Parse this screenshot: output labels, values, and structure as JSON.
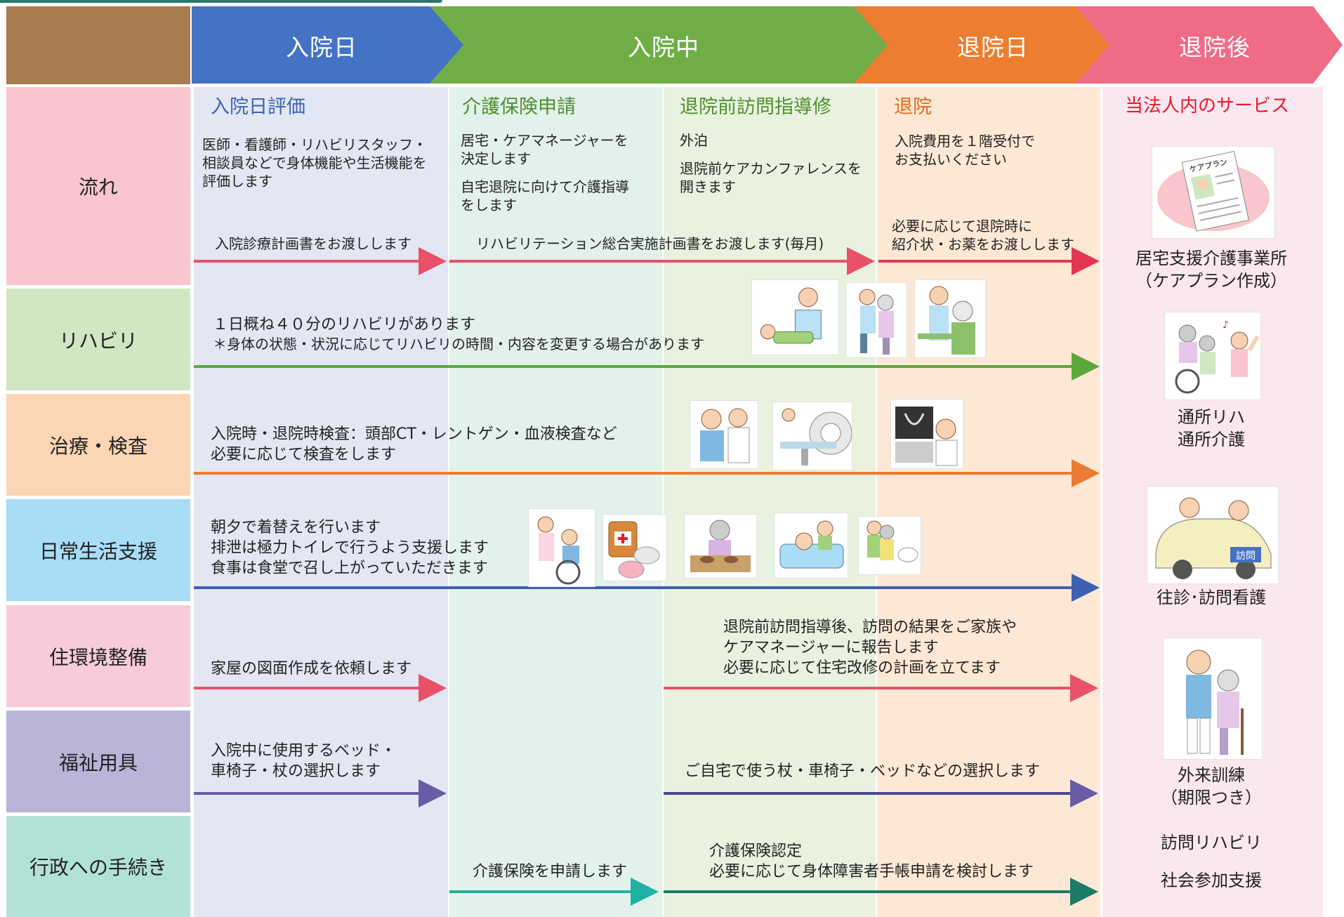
{
  "phases": [
    "入院日",
    "入院中",
    "退院日",
    "退院後"
  ],
  "rows": [
    "流れ",
    "リハビリ",
    "治療・検査",
    "日常生活支援",
    "住環境整備",
    "福祉用具",
    "行政への手続き"
  ],
  "column_headers": {
    "col1": "入院日評価",
    "col2": "介護保険申請",
    "col3": "退院前訪問指導修",
    "col4": "退院",
    "col5": "当法人内のサービス"
  },
  "flow": {
    "col1_text": [
      "医師・看護師・リハビリスタッフ・",
      "相談員などで身体機能や生活機能を",
      "評価します"
    ],
    "col2_text_a": [
      "居宅・ケアマネージャーを",
      "決定します"
    ],
    "col2_text_b": [
      "自宅退院に向けて介護指導",
      "をします"
    ],
    "col3_text_a": "外泊",
    "col3_text_b": [
      "退院前ケアカンファレンスを",
      "開きます"
    ],
    "col4_text": [
      "入院費用を１階受付で",
      "お支払いください"
    ],
    "arrow1": "入院診療計画書をお渡しします",
    "arrow2": "リハビリテーション総合実施計画書をお渡します(毎月)",
    "arrow3": [
      "必要に応じて退院時に",
      "紹介状・お薬をお渡しします"
    ]
  },
  "rehab": {
    "line1": "１日概ね４０分のリハビリがあります",
    "line2": "＊身体の状態・状況に応じてリハビリの時間・内容を変更する場合があります"
  },
  "treatment": {
    "line1": "入院時・退院時検査：頭部CT・レントゲン・血液検査など",
    "line2": "必要に応じて検査をします"
  },
  "daily": {
    "line1": "朝夕で着替えを行います",
    "line2": "排泄は極力トイレで行うよう支援します",
    "line3": "食事は食堂で召し上がっていただきます"
  },
  "housing": {
    "left": "家屋の図面作成を依頼します",
    "right": [
      "退院前訪問指導後、訪問の結果をご家族や",
      "ケアマネージャーに報告します",
      "必要に応じて住宅改修の計画を立てます"
    ]
  },
  "equipment": {
    "left": [
      "入院中に使用するベッド・",
      "車椅子・杖の選択します"
    ],
    "right": "ご自宅で使う杖・車椅子・ベッドなどの選択します"
  },
  "admin": {
    "left": "介護保険を申請します",
    "right": [
      "介護保険認定",
      "必要に応じて身体障害者手帳申請を検討します"
    ]
  },
  "services": {
    "s1": [
      "居宅支援介護事業所",
      "（ケアプラン作成）"
    ],
    "careplan_label": "ケアプラン",
    "s2": [
      "通所リハ",
      "通所介護"
    ],
    "s3": "往診･訪問看護",
    "visit_label": "訪問",
    "s4": [
      "外来訓練",
      "（期限つき）"
    ],
    "s5": "訪問リハビリ",
    "s6": "社会参加支援"
  },
  "colors": {
    "corner": "#a97c50",
    "phase1": "#4472c4",
    "phase2": "#70ad47",
    "phase3": "#ed7d31",
    "phase4": "#ef6b86",
    "row_flow": "#f8c6cc",
    "row_rehab": "#cfe7c2",
    "row_treat": "#fbd5b4",
    "row_daily": "#a8dcf7",
    "row_housing": "#f8cbdc",
    "row_equip": "#b9b5d9",
    "row_admin": "#b2e2d6",
    "arrow_pink": "#e9516a",
    "arrow_green": "#5aa83a",
    "arrow_orange": "#ec7c31",
    "arrow_blue": "#3f5fb3",
    "arrow_purple": "#6a5ba7",
    "arrow_teal": "#1fb1a3",
    "arrow_darkteal": "#1b7b66",
    "heading_blue": "#3a63b5",
    "heading_green": "#4e8f2d",
    "heading_orange": "#e46a1f",
    "heading_red": "#e8182b"
  },
  "icons": [
    "rehab-illustration",
    "exam-illustration",
    "ct-scan-illustration",
    "xray-illustration",
    "wheelchair-illustration",
    "medicine-illustration",
    "meal-illustration",
    "bath-illustration",
    "toilet-illustration",
    "careplan-illustration",
    "dayservice-illustration",
    "visit-car-illustration",
    "walking-support-illustration"
  ]
}
